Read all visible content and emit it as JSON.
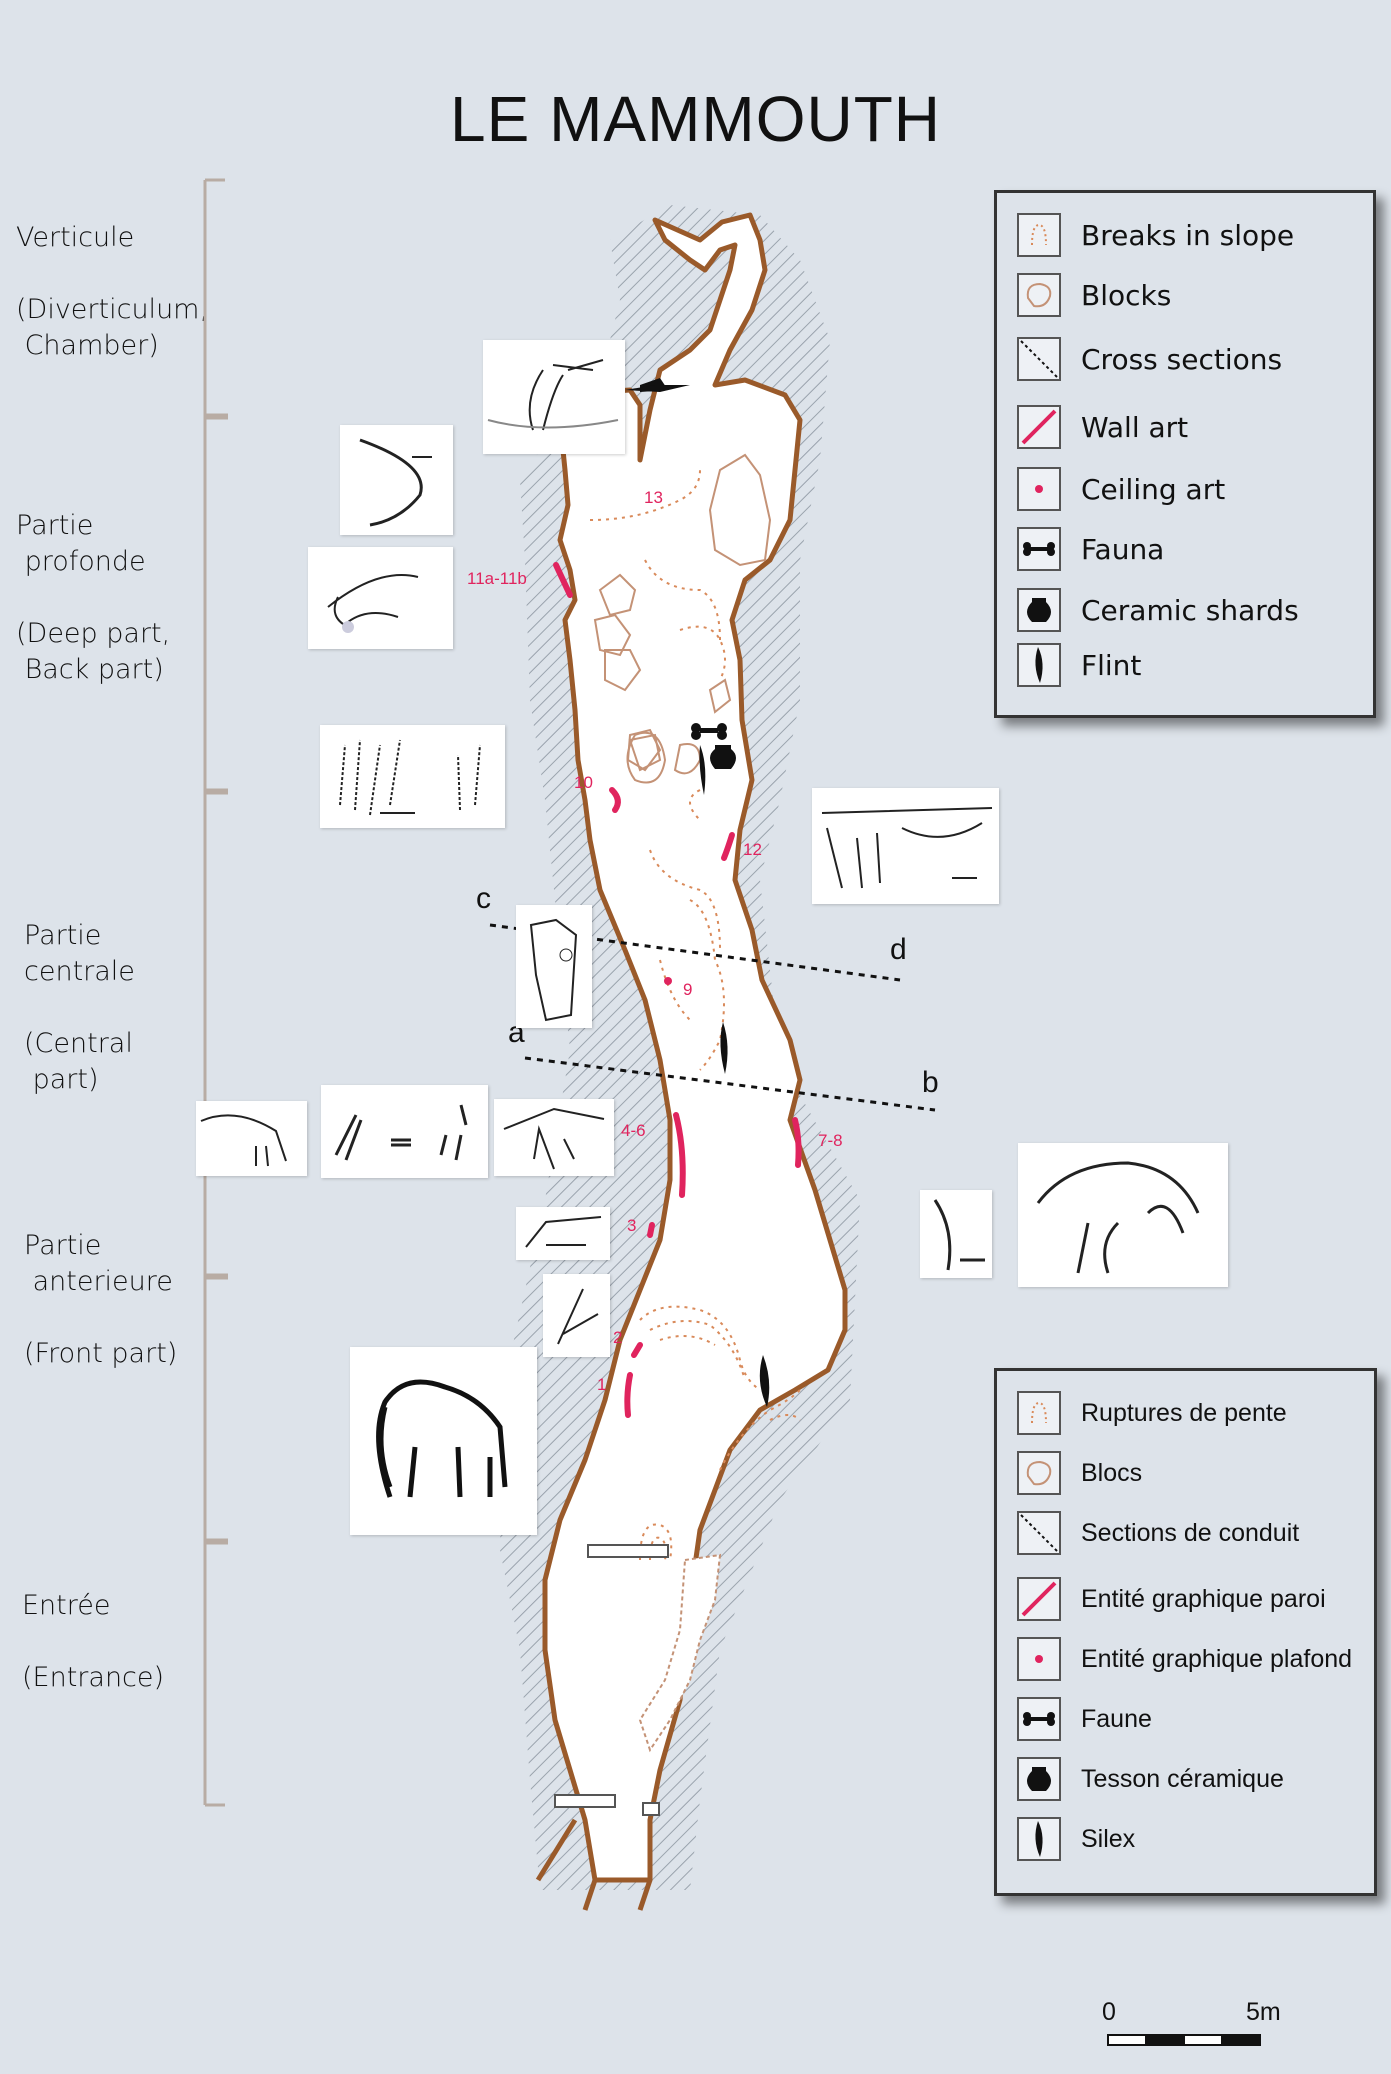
{
  "title": "LE MAMMOUTH",
  "sections": [
    {
      "id": "verticule",
      "label": "Verticule\n\n(Diverticulum,\n Chamber)"
    },
    {
      "id": "profonde",
      "label": "Partie\n profonde\n\n(Deep part,\n Back part)"
    },
    {
      "id": "centrale",
      "label": "Partie\ncentrale\n\n(Central\n part)"
    },
    {
      "id": "anterieure",
      "label": "Partie\n anterieure\n\n(Front part)"
    },
    {
      "id": "entree",
      "label": "Entrée\n\n(Entrance)"
    }
  ],
  "legend_en": [
    {
      "icon": "breaks-in-slope-icon",
      "label": "Breaks in slope"
    },
    {
      "icon": "blocks-icon",
      "label": "Blocks"
    },
    {
      "icon": "cross-sections-icon",
      "label": "Cross sections"
    },
    {
      "icon": "wall-art-icon",
      "label": "Wall art"
    },
    {
      "icon": "ceiling-art-icon",
      "label": "Ceiling art"
    },
    {
      "icon": "fauna-icon",
      "label": "Fauna"
    },
    {
      "icon": "ceramic-shards-icon",
      "label": "Ceramic shards"
    },
    {
      "icon": "flint-icon",
      "label": "Flint"
    }
  ],
  "legend_fr": [
    {
      "icon": "ruptures-de-pente-icon",
      "label": "Ruptures de pente"
    },
    {
      "icon": "blocs-icon",
      "label": "Blocs"
    },
    {
      "icon": "sections-de-conduit-icon",
      "label": "Sections de conduit"
    },
    {
      "icon": "entite-graphique-paroi-icon",
      "label": "Entité graphique paroi"
    },
    {
      "icon": "entite-graphique-plafond-icon",
      "label": "Entité graphique plafond"
    },
    {
      "icon": "faune-icon",
      "label": "Faune"
    },
    {
      "icon": "tesson-ceramique-icon",
      "label": "Tesson céramique"
    },
    {
      "icon": "silex-icon",
      "label": "Silex"
    }
  ],
  "art_labels": [
    "13",
    "11a-11b",
    "10",
    "12",
    "9",
    "4-6",
    "7-8",
    "3",
    "2",
    "1"
  ],
  "cross_section_labels": [
    "c",
    "d",
    "a",
    "b"
  ],
  "scale": {
    "start": "0",
    "end": "5m"
  },
  "colors": {
    "background": "#dde3ea",
    "cave_outline": "#9a5a2a",
    "wall_art": "#e0245e",
    "hatch": "#9aa3ad",
    "dotted": "#d98a5a"
  }
}
